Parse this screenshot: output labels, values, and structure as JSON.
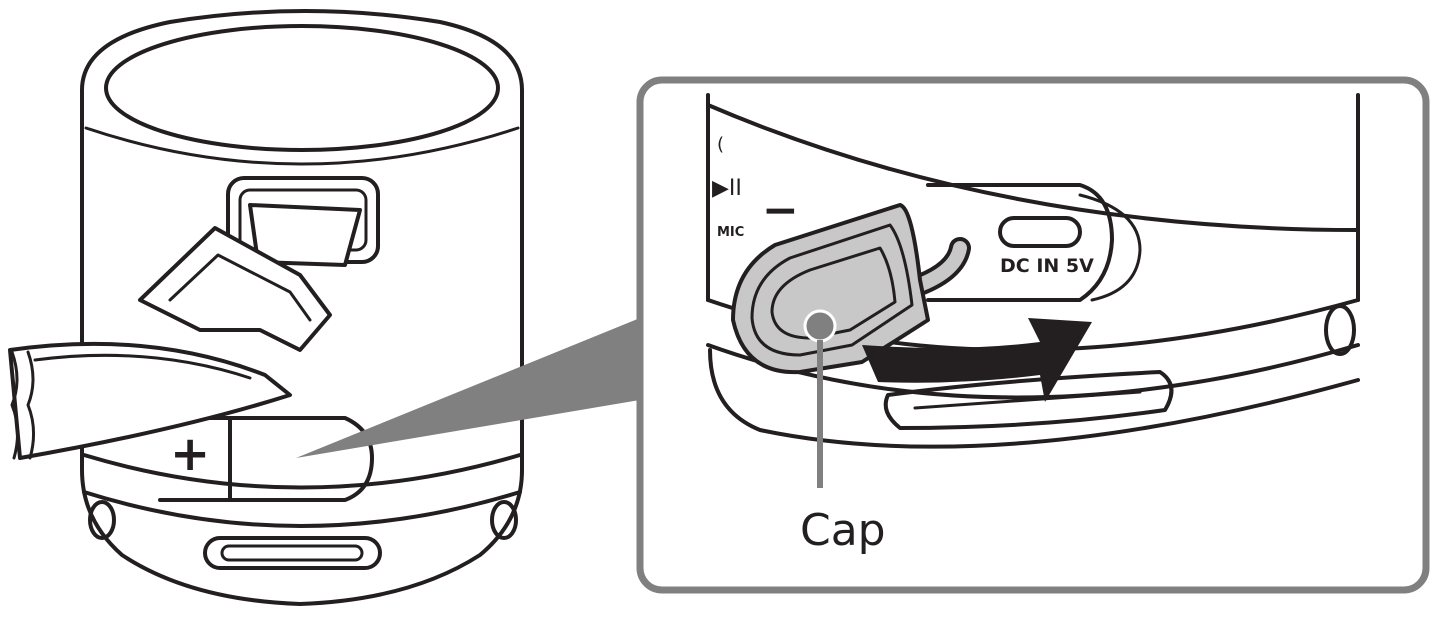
{
  "labels": {
    "plus_symbol": "+",
    "minus_symbol": "−",
    "port_label": "DC IN 5V",
    "mic_label": "MIC",
    "callout_label": "Cap"
  },
  "colors": {
    "line": "#231f20",
    "cap_fill": "#c8c8c8",
    "callout_frame": "#808080",
    "arrow": "#231f20"
  },
  "icons": {
    "play_pause": "play-pause-icon",
    "call": "call-icon"
  }
}
